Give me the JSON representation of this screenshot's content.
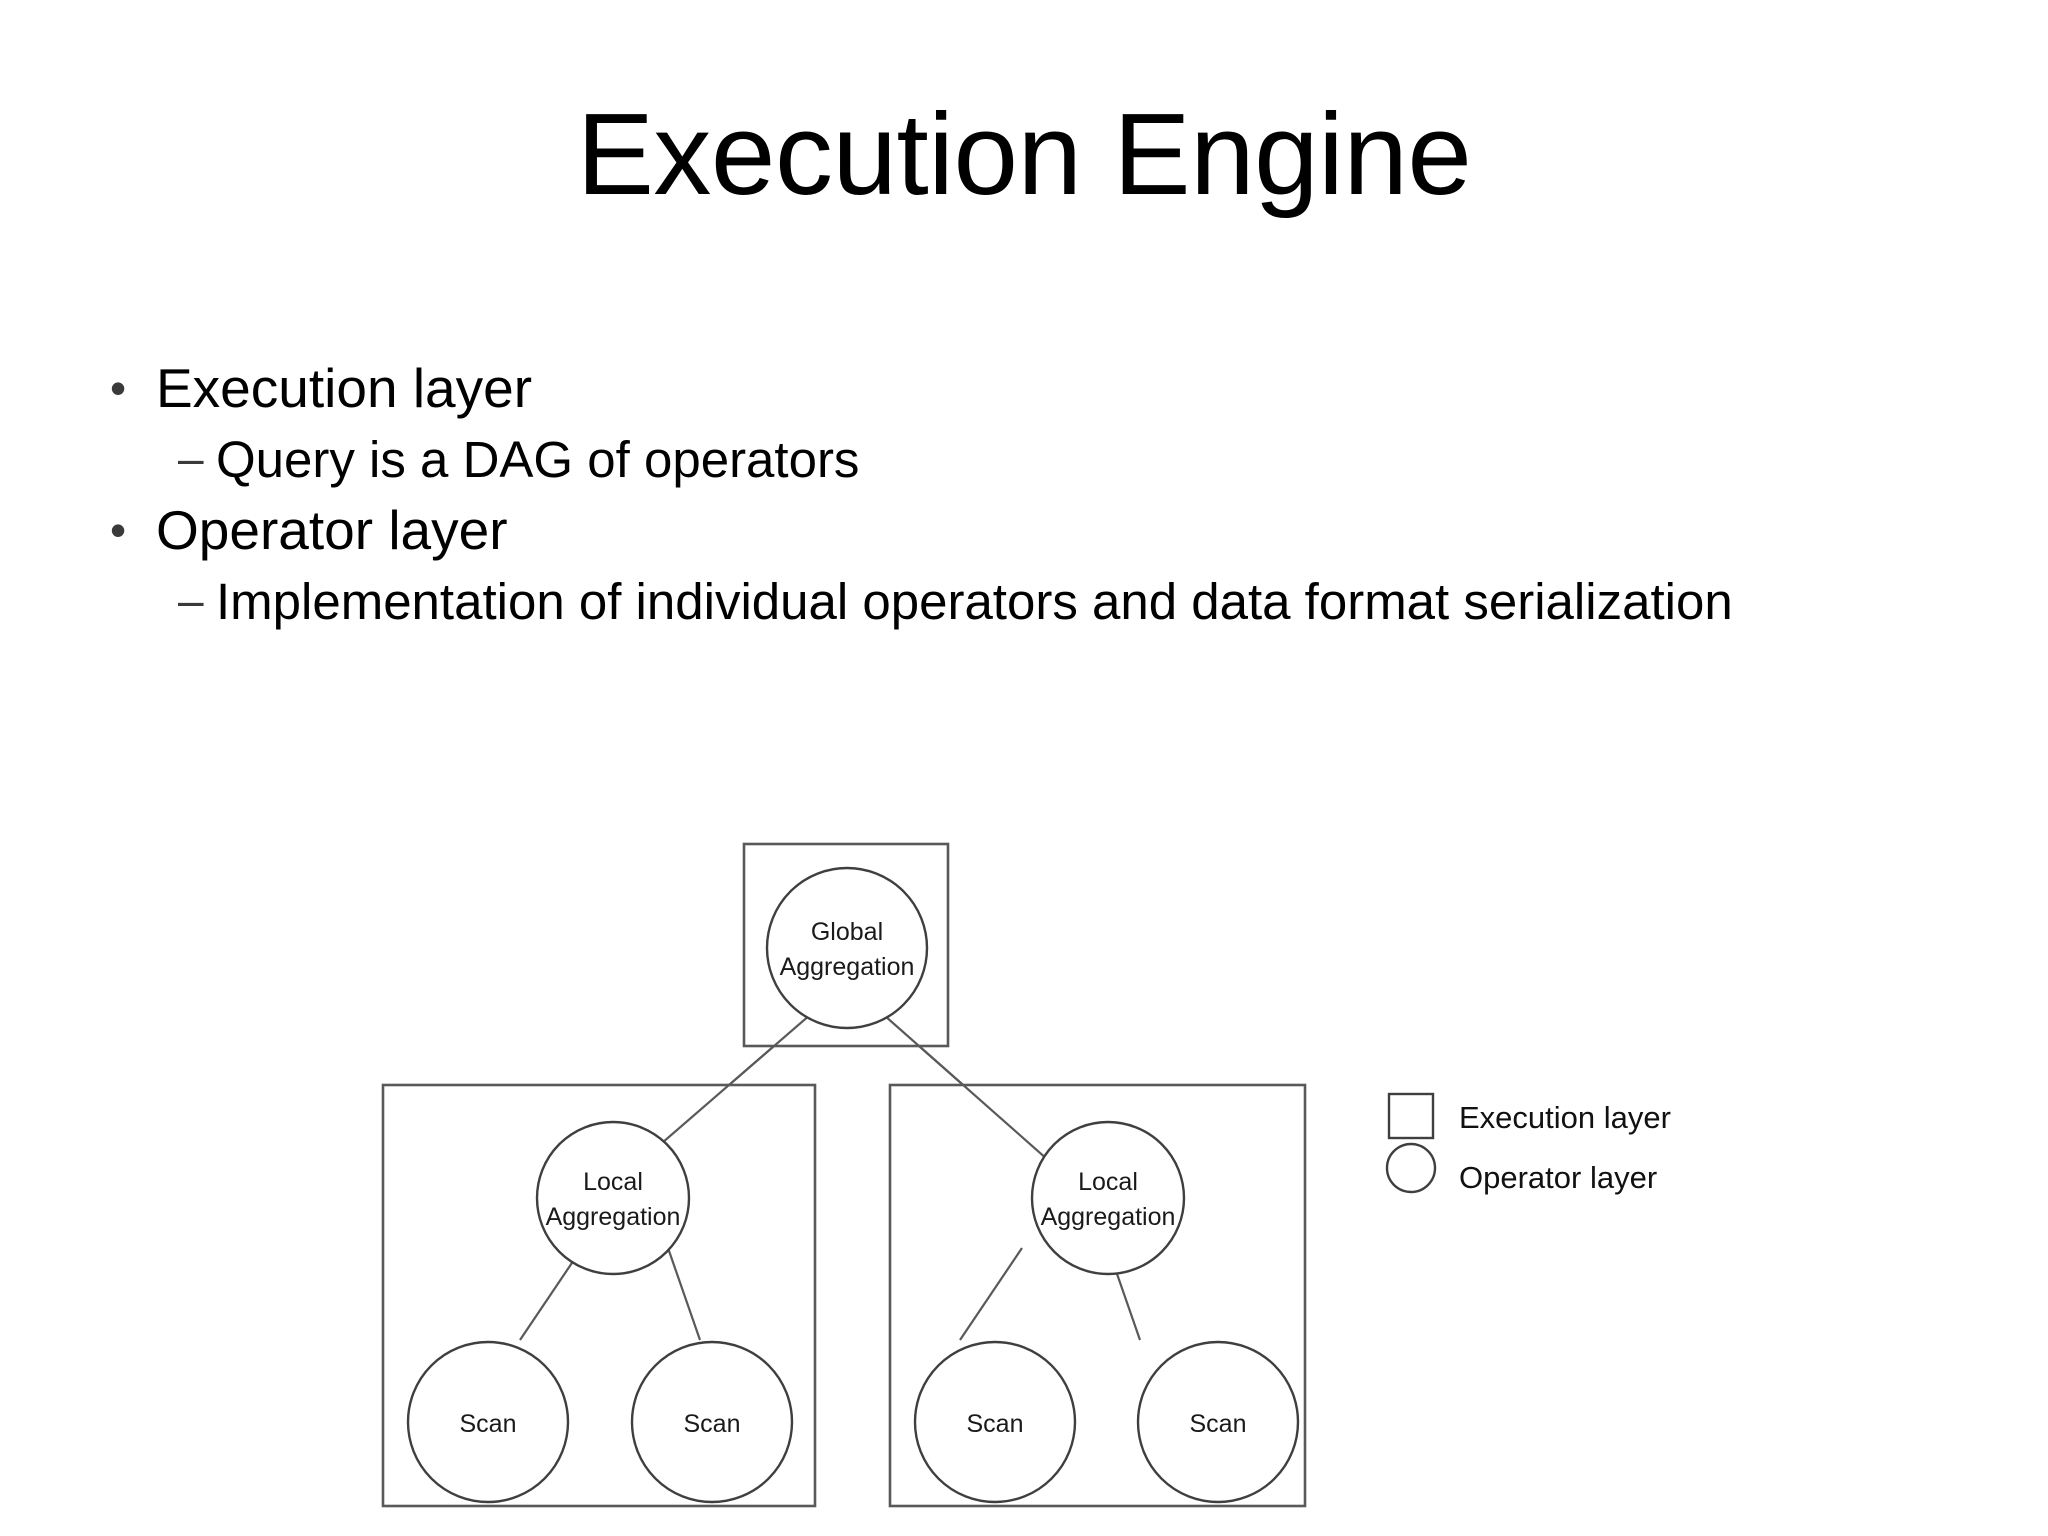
{
  "slide": {
    "title": "Execution Engine",
    "bullets": [
      {
        "level": 1,
        "marker": "bullet-dot",
        "text": "Execution layer"
      },
      {
        "level": 2,
        "marker": "bullet-dash",
        "text": "Query is a DAG of operators"
      },
      {
        "level": 1,
        "marker": "bullet-dot",
        "text": "Operator layer"
      },
      {
        "level": 2,
        "marker": "bullet-dash",
        "text": "Implementation of individual operators and data format serialization"
      }
    ]
  },
  "markers": {
    "dot": "•",
    "dash": "–"
  },
  "diagram": {
    "global_box_label": "",
    "nodes": {
      "global": {
        "line1": "Global",
        "line2": "Aggregation"
      },
      "local_left": {
        "line1": "Local",
        "line2": "Aggregation"
      },
      "local_right": {
        "line1": "Local",
        "line2": "Aggregation"
      },
      "scan_ll": {
        "line1": "Scan"
      },
      "scan_lr": {
        "line1": "Scan"
      },
      "scan_rl": {
        "line1": "Scan"
      },
      "scan_rr": {
        "line1": "Scan"
      }
    },
    "legend": [
      {
        "shape": "square",
        "label": "Execution layer"
      },
      {
        "shape": "circle",
        "label": "Operator layer"
      }
    ]
  },
  "colors": {
    "background": "#ffffff",
    "text": "#000000",
    "marker": "#3a3a3a",
    "box_stroke": "#595959",
    "circle_stroke": "#3f3f3f",
    "edge_stroke": "#595959"
  }
}
